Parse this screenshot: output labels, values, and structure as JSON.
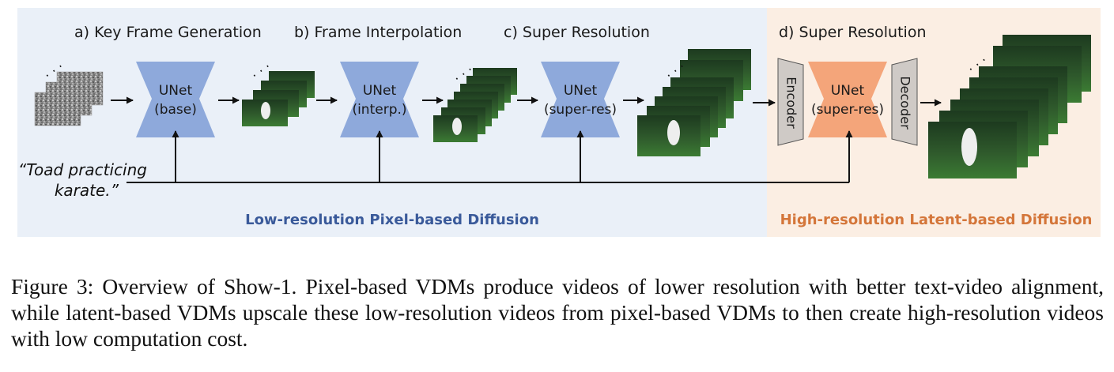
{
  "stages": {
    "a": "a) Key Frame Generation",
    "b": "b) Frame Interpolation",
    "c": "c) Super Resolution",
    "d": "d) Super Resolution"
  },
  "unets": {
    "base": [
      "UNet",
      "(base)"
    ],
    "interp": [
      "UNet",
      "(interp.)"
    ],
    "superres1": [
      "UNet",
      "(super-res)"
    ],
    "superres2": [
      "UNet",
      "(super-res)"
    ]
  },
  "encoder": "Encoder",
  "decoder": "Decoder",
  "prompt": [
    "“Toad practicing",
    "karate.”"
  ],
  "regions": {
    "pixel": "Low-resolution Pixel-based Diffusion",
    "latent": "High-resolution Latent-based Diffusion"
  },
  "dots": "· · ·",
  "colors": {
    "pixel_bg": "#eaf0f8",
    "latent_bg": "#fbeee3",
    "unet_blue": "#8ea9db",
    "unet_orange": "#f4a57a",
    "enc_dec_gray": "#cfcac6",
    "blue_title": "#3a5a9a",
    "orange_title": "#d4763a"
  },
  "caption": "Figure 3: Overview of Show-1. Pixel-based VDMs produce videos of lower resolution with better text-video alignment, while latent-based VDMs upscale these low-resolution videos from pixel-based VDMs to then create high-resolution videos with low computation cost."
}
